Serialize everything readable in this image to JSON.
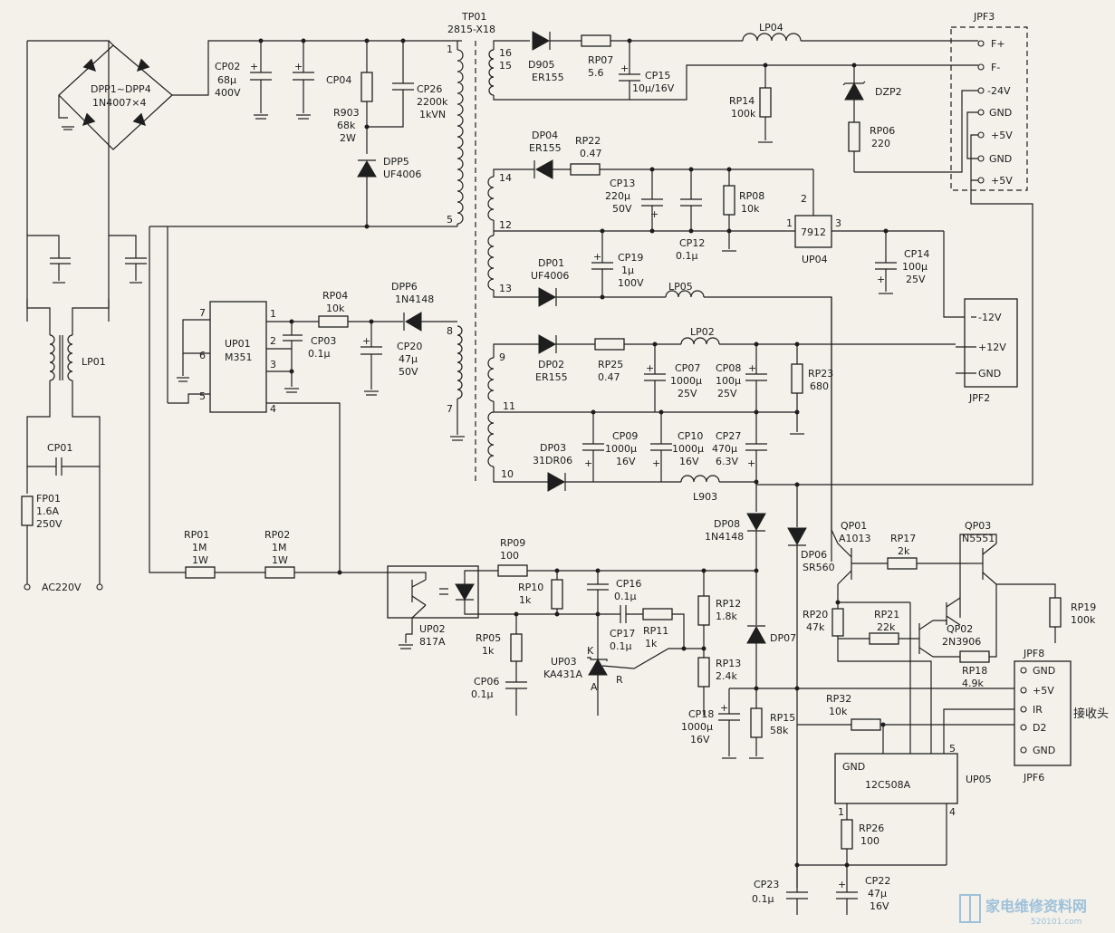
{
  "labels": {
    "tp01": "TP01",
    "tp01_part": "2815-X18",
    "dpp_range": "DPP1~DPP4",
    "dpp_part": "1N4007×4",
    "cp02": "CP02",
    "cp02_c": "68μ",
    "cp02_v": "400V",
    "cp04": "CP04",
    "r903": "R903",
    "r903_r": "68k",
    "r903_w": "2W",
    "cp26": "CP26",
    "cp26_c": "2200k",
    "cp26_v": "1kVN",
    "dpp5": "DPP5",
    "dpp5_part": "UF4006",
    "lp01": "LP01",
    "cp01": "CP01",
    "fp01": "FP01",
    "fp01_a": "1.6A",
    "fp01_v": "250V",
    "ac": "AC220V",
    "up01": "UP01",
    "up01_part": "M351",
    "rp04": "RP04",
    "rp04_r": "10k",
    "cp03": "CP03",
    "cp03_c": "0.1μ",
    "dpp6": "DPP6",
    "dpp6_part": "1N4148",
    "cp20": "CP20",
    "cp20_c": "47μ",
    "cp20_v": "50V",
    "rp01": "RP01",
    "rp01_r": "1M",
    "rp01_w": "1W",
    "rp02": "RP02",
    "rp02_r": "1M",
    "rp02_w": "1W",
    "up02": "UP02",
    "up02_part": "817A",
    "rp09": "RP09",
    "rp09_r": "100",
    "rp10": "RP10",
    "rp10_r": "1k",
    "rp05": "RP05",
    "rp05_r": "1k",
    "cp06": "CP06",
    "cp06_c": "0.1μ",
    "cp16": "CP16",
    "cp16_c": "0.1μ",
    "cp17": "CP17",
    "cp17_c": "0.1μ",
    "rp11": "RP11",
    "rp11_r": "1k",
    "up03": "UP03",
    "up03_part": "KA431A",
    "pin_k": "K",
    "pin_a": "A",
    "pin_r": "R",
    "rp12": "RP12",
    "rp12_r": "1.8k",
    "rp13": "RP13",
    "rp13_r": "2.4k",
    "cp18": "CP18",
    "cp18_c": "1000μ",
    "cp18_v": "16V",
    "rp15": "RP15",
    "rp15_r": "58k",
    "dp08": "DP08",
    "dp08_part": "1N4148",
    "dp07": "DP07",
    "dp06": "DP06",
    "dp06_part": "SR560",
    "d905": "D905",
    "d905_part": "ER155",
    "rp07": "RP07",
    "rp07_r": "5.6",
    "cp15": "CP15",
    "cp15_c": "10μ/16V",
    "lp04": "LP04",
    "rp14": "RP14",
    "rp14_r": "100k",
    "dzp2": "DZP2",
    "rp06": "RP06",
    "rp06_r": "220",
    "jpf3": "JPF3",
    "jpf3_pins": [
      "F+",
      "F-",
      "-24V",
      "GND",
      "+5V",
      "GND",
      "+5V"
    ],
    "dp04": "DP04",
    "dp04_part": "ER155",
    "rp22": "RP22",
    "rp22_r": "0.47",
    "cp13": "CP13",
    "cp13_c": "220μ",
    "cp13_v": "50V",
    "cp12": "CP12",
    "cp12_c": "0.1μ",
    "rp08": "RP08",
    "rp08_r": "10k",
    "up04": "UP04",
    "up04_part": "7912",
    "cp14": "CP14",
    "cp14_c": "100μ",
    "cp14_v": "25V",
    "dp01": "DP01",
    "dp01_part": "UF4006",
    "cp19": "CP19",
    "cp19_c": "1μ",
    "cp19_v": "100V",
    "lp05": "LP05",
    "jpf2": "JPF2",
    "jpf2_pins": [
      "-12V",
      "+12V",
      "GND"
    ],
    "dp02": "DP02",
    "dp02_part": "ER155",
    "rp25": "RP25",
    "rp25_r": "0.47",
    "lp02": "LP02",
    "cp07": "CP07",
    "cp07_c": "1000μ",
    "cp07_v": "25V",
    "cp08": "CP08",
    "cp08_c": "100μ",
    "cp08_v": "25V",
    "rp23": "RP23",
    "rp23_r": "680",
    "dp03": "DP03",
    "dp03_part": "31DR06",
    "cp09": "CP09",
    "cp09_c": "1000μ",
    "cp09_v": "16V",
    "cp10": "CP10",
    "cp10_c": "1000μ",
    "cp10_v": "16V",
    "cp27": "CP27",
    "cp27_c": "470μ",
    "cp27_v": "6.3V",
    "l903": "L903",
    "qp01": "QP01",
    "qp01_part": "A1013",
    "rp17": "RP17",
    "rp17_r": "2k",
    "qp03": "QP03",
    "qp03_part": "N5551",
    "rp19": "RP19",
    "rp19_r": "100k",
    "rp20": "RP20",
    "rp20_r": "47k",
    "rp21": "RP21",
    "rp21_r": "22k",
    "qp02": "QP02",
    "qp02_part": "2N3906",
    "rp18": "RP18",
    "rp18_r": "4.9k",
    "jpf8": "JPF8",
    "jpf6": "JPF6",
    "jpf6_pins": [
      "GND",
      "+5V",
      "IR",
      "D2",
      "GND"
    ],
    "receiver": "接收头",
    "rp32": "RP32",
    "rp32_r": "10k",
    "up05": "UP05",
    "up05_part": "12C508A",
    "up05_gnd": "GND",
    "rp26": "RP26",
    "rp26_r": "100",
    "cp23": "CP23",
    "cp23_c": "0.1μ",
    "cp22": "CP22",
    "cp22_c": "47μ",
    "cp22_v": "16V",
    "watermark": "家电维修资料网",
    "watermark_url": "520101.com",
    "tp_pins": [
      "1",
      "5",
      "16",
      "15",
      "14",
      "12",
      "13",
      "9",
      "11",
      "10",
      "8",
      "7"
    ],
    "up01_pins": [
      "7",
      "6",
      "5",
      "1",
      "2",
      "3",
      "4"
    ],
    "up04_pins": [
      "1",
      "2",
      "3"
    ],
    "up05_pins": [
      "1",
      "4",
      "5"
    ]
  }
}
